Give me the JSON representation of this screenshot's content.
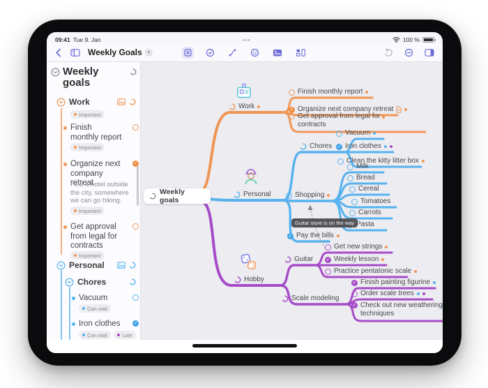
{
  "device": {
    "time": "09:41",
    "date": "Tue 9. Jan",
    "ellipsis": "•••",
    "battery_percent": "100 %"
  },
  "toolbar": {
    "title": "Weekly Goals"
  },
  "sidebar": {
    "title": "Weekly goals",
    "work": {
      "label": "Work",
      "badge": "Important",
      "items": [
        {
          "label": "Finish monthly report",
          "badge": "Important"
        },
        {
          "label": "Organize next company retreat",
          "note": "Find a hotel outside the city, somewhere we can go hiking.",
          "badge": "Important"
        },
        {
          "label": "Get approval from legal for contracts",
          "badge": "Important"
        }
      ]
    },
    "personal": {
      "label": "Personal"
    },
    "chores": {
      "label": "Chores",
      "items": [
        {
          "label": "Vacuum",
          "badge": "Can wait"
        },
        {
          "label": "Iron clothes",
          "badge": "Can wait",
          "badge2": "Late"
        }
      ]
    }
  },
  "map": {
    "root": "Weekly goals",
    "work": "Work",
    "finish_monthly_report": "Finish monthly report",
    "organize_retreat": "Organize next company retreat",
    "get_approval": "Get approval from legal for contracts",
    "personal": "Personal",
    "chores": "Chores",
    "vacuum": "Vacuum",
    "iron_clothes": "Iron clothes",
    "litter_box": "Clean the kitty litter box",
    "shopping": "Shopping",
    "milk": "Milk",
    "bread": "Bread",
    "cereal": "Cereal",
    "tomatoes": "Tomatoes",
    "carrots": "Carrots",
    "pasta": "Pasta",
    "pay_bills": "Pay the bills",
    "hobby": "Hobby",
    "guitar": "Guitar",
    "new_strings": "Get new strings",
    "weekly_lesson": "Weekly lesson",
    "pentatonic": "Practice pentatonic scale",
    "scale_modeling": "Scale modeling",
    "figurine": "Finish painting figurine",
    "scale_trees": "Order scale trees",
    "weathering": "Check out new weathering techniques",
    "connection_label": "Guitar store is on the way"
  },
  "colors": {
    "orange": "#F09655",
    "blue": "#57B2EE",
    "purple": "#A64BC8",
    "accent": "#6A69D8"
  }
}
